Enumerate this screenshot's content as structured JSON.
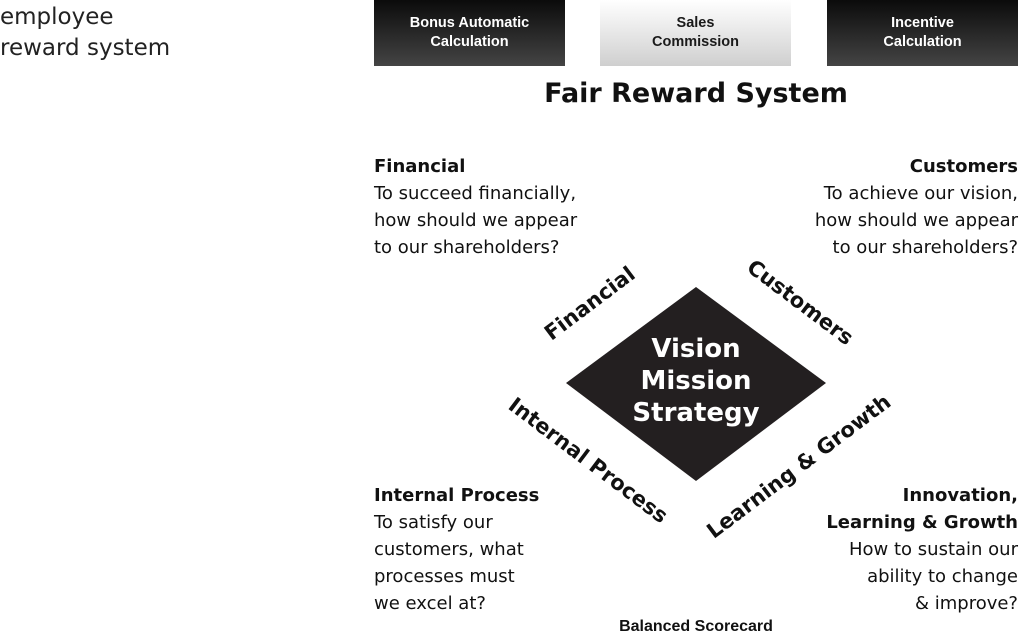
{
  "sidebar": {
    "title_line1": "employee",
    "title_line2": "reward system"
  },
  "tabs": [
    {
      "line1": "Bonus Automatic",
      "line2": "Calculation"
    },
    {
      "line1": "Sales",
      "line2": "Commission"
    },
    {
      "line1": "Incentive",
      "line2": "Calculation"
    }
  ],
  "main_title": "Fair Reward System",
  "center": {
    "line1": "Vision",
    "line2": "Mission",
    "line3": "Strategy"
  },
  "diamond_labels": {
    "financial": "Financial",
    "customers": "Customers",
    "internal": "Internal Process",
    "learning": "Learning & Growth"
  },
  "quadrants": {
    "financial": {
      "title": "Financial",
      "lines": [
        "To succeed financially,",
        "how should we appear",
        "to our shareholders?"
      ]
    },
    "customers": {
      "title": "Customers",
      "lines": [
        "To achieve our vision,",
        "how should we appear",
        "to our shareholders?"
      ]
    },
    "internal": {
      "title": "Internal Process",
      "lines": [
        "To satisfy our",
        "customers, what",
        "processes must",
        "we excel at?"
      ]
    },
    "innovation": {
      "title_line1": "Innovation,",
      "title_line2": "Learning & Growth",
      "lines": [
        "How to sustain our",
        "ability to change",
        "& improve?"
      ]
    }
  },
  "footer_caption": "Balanced Scorecard",
  "colors": {
    "diamond": "#231f20",
    "tab_dark": "#1a1a1a",
    "tab_light": "#e6e6e6"
  }
}
